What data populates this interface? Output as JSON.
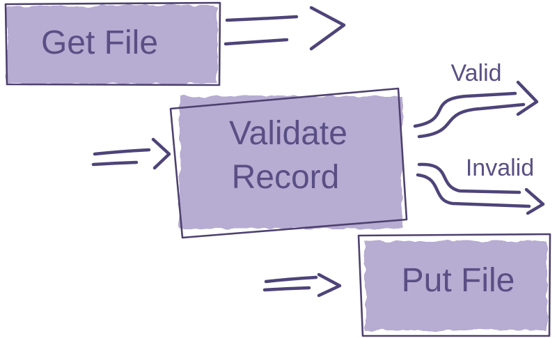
{
  "colors": {
    "box_fill": "#b7acd2",
    "box_outline": "#4e416f",
    "text": "#5a4f84",
    "arrow": "#4e4479"
  },
  "boxes": {
    "get_file": {
      "label": "Get File"
    },
    "validate_record": {
      "line1": "Validate",
      "line2": "Record"
    },
    "put_file": {
      "label": "Put File"
    }
  },
  "edges": {
    "valid": {
      "label": "Valid"
    },
    "invalid": {
      "label": "Invalid"
    }
  }
}
